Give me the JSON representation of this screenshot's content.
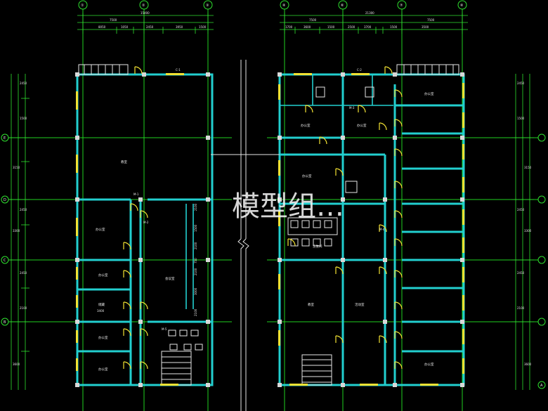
{
  "watermark": "模型组…",
  "top_dims_left": {
    "overall": "15400",
    "second": "7500",
    "segments": [
      "8050",
      "1050",
      "2450",
      "3950",
      "1500"
    ]
  },
  "top_dims_right": {
    "overall": "21300",
    "second": "7500",
    "segments": [
      "1700",
      "3600",
      "1500",
      "2500",
      "3700",
      "3500",
      "1500"
    ]
  },
  "side_dims": [
    "2450",
    "1500",
    "3150",
    "2450",
    "3300",
    "2450",
    "2100",
    "3600"
  ],
  "axis_bubbles_top": [
    "①",
    "②",
    "③",
    "⑧",
    "⑥",
    "⑦",
    "⑧"
  ],
  "axis_bubbles_side": [
    "E",
    "D",
    "C",
    "B",
    "A"
  ],
  "room_labels": [
    "教室",
    "办公室",
    "办公室",
    "储藏",
    "办公室",
    "会议室",
    "卫生间",
    "办公室",
    "办公室",
    "教室",
    "活动室",
    "办公室",
    "办公室",
    "办公室",
    "办公室"
  ],
  "door_labels": [
    "M-1",
    "M-2",
    "M-3",
    "M-4",
    "M-5",
    "C-1",
    "C-2"
  ],
  "internal_dims": [
    "2100",
    "1500",
    "2100",
    "750",
    "2100",
    "3000",
    "2100",
    "3400"
  ]
}
